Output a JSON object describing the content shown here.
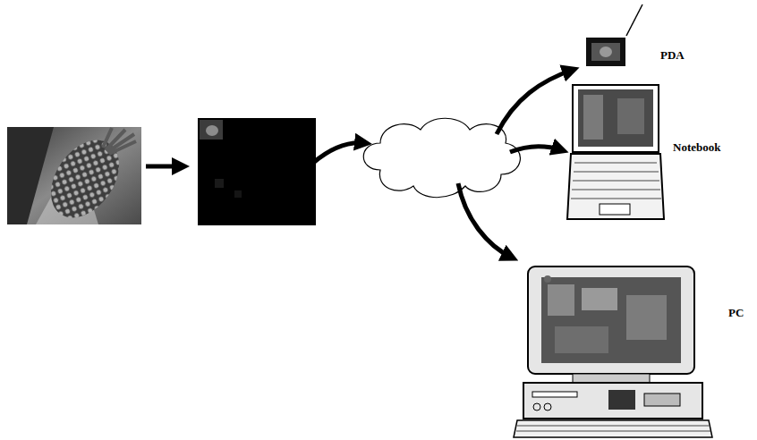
{
  "diagram": {
    "labels": [
      "PDA",
      "Notebook",
      "PC"
    ]
  }
}
